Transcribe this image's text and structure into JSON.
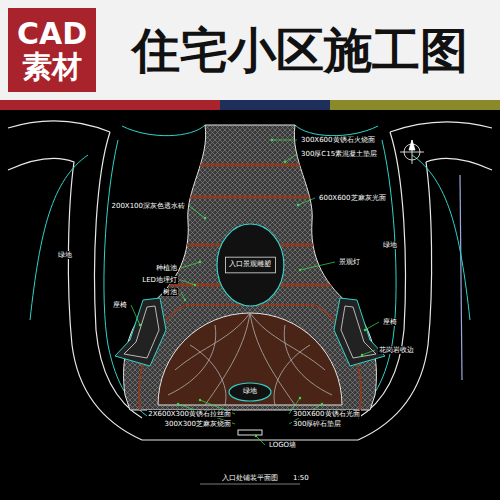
{
  "diagram": {
    "title": "住宅小区施工图",
    "caption": "入口处铺装平面图",
    "nodes": [
      {
        "text": [
          "CAD",
          "素材"
        ]
      },
      {
        "text": [
          "入口景观雕塑"
        ]
      },
      {
        "text": [
          "绿地"
        ]
      }
    ],
    "edges": [],
    "labels": [
      "绿地",
      "绿地",
      "300X600黄锈石火烧面",
      "300厚C15素混凝土垫层",
      "600X600芝麻灰光面",
      "200X100深灰色透水砖",
      "种植池",
      "LED地埋灯",
      "树池",
      "座椅",
      "景观灯",
      "座椅",
      "花岗岩收边",
      "2X600X300黄锈石拉丝面",
      "300X300芝麻灰烧面",
      "300X600黄锈石光面",
      "300厚碎石垫层",
      "LOGO墙",
      "1:50"
    ]
  }
}
